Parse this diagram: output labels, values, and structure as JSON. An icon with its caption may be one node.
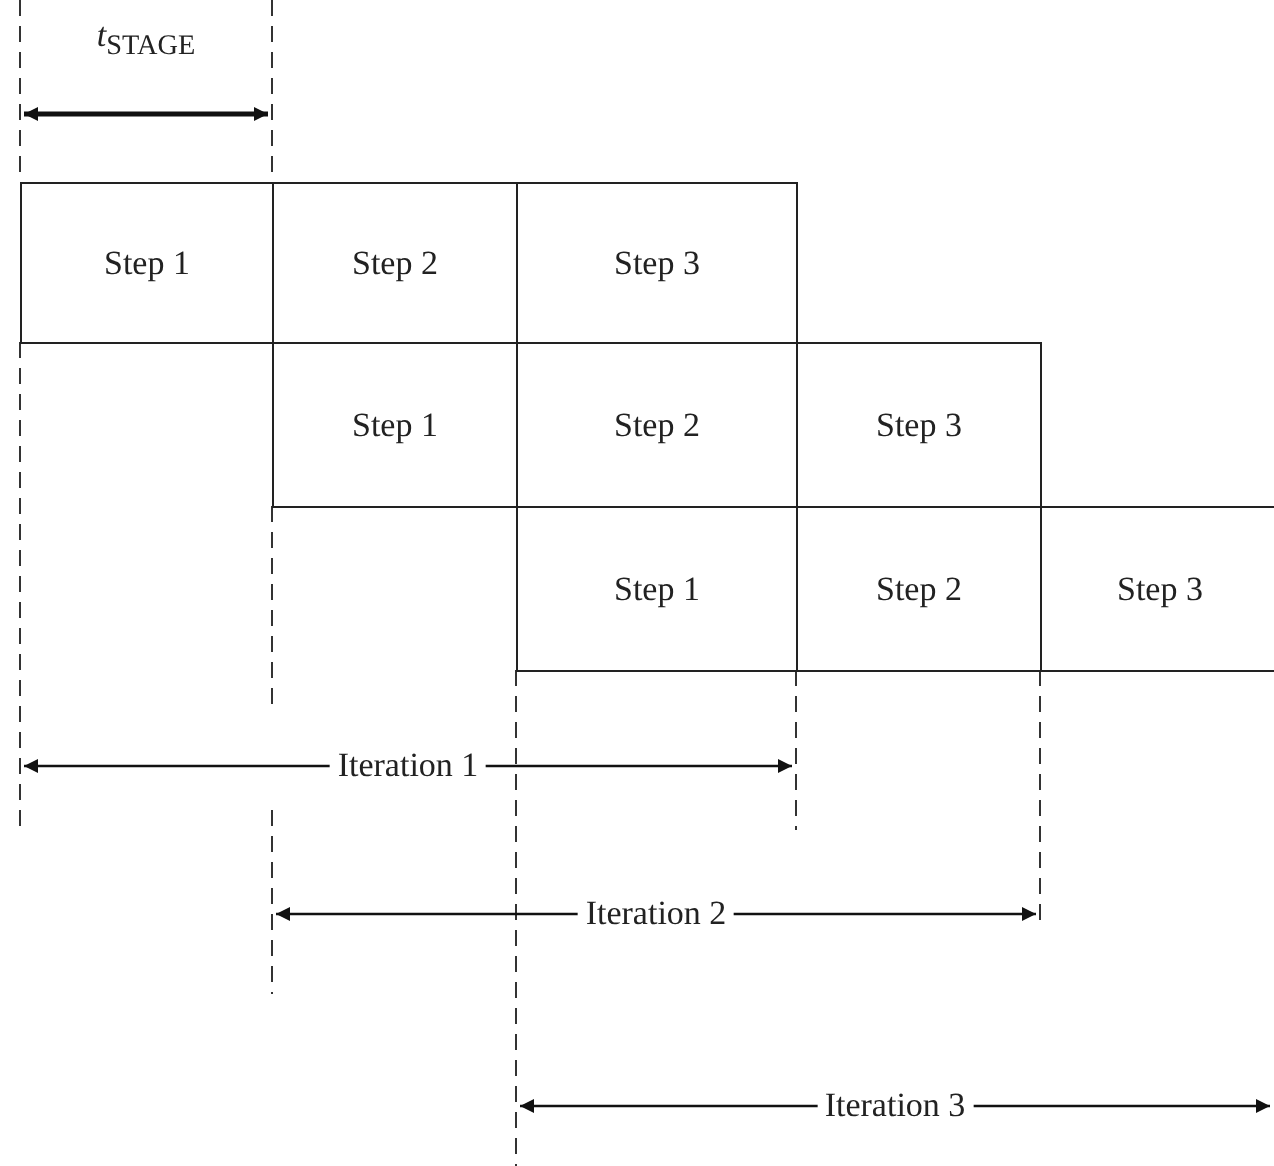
{
  "diagram": {
    "nodes": [
      {
        "text": [
          "Step 1"
        ]
      },
      {
        "text": [
          "Step 2"
        ]
      },
      {
        "text": [
          "Step 3"
        ]
      },
      {
        "text": [
          "Step 1"
        ]
      },
      {
        "text": [
          "Step 2"
        ]
      },
      {
        "text": [
          "Step 3"
        ]
      },
      {
        "text": [
          "Step 1"
        ]
      },
      {
        "text": [
          "Step 2"
        ]
      },
      {
        "text": [
          "Step 3"
        ]
      }
    ],
    "edges": [],
    "labels": [
      "*t*$_{STAGE}$",
      "Iteration 1",
      "Iteration 2",
      "Iteration 3"
    ]
  }
}
